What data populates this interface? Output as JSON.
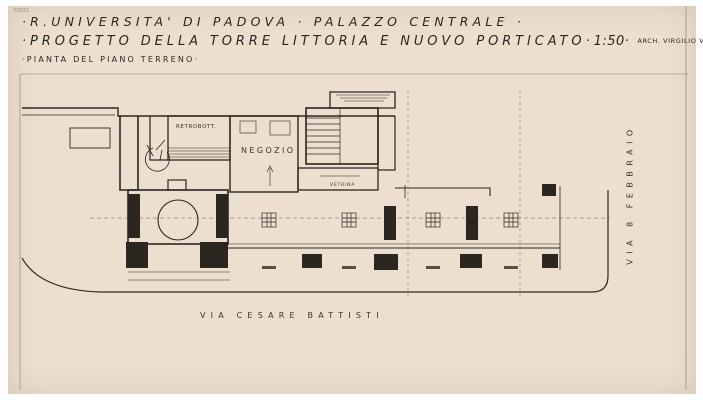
{
  "title_block": {
    "line1": "·R.UNIVERSITA' DI PADOVA · PALAZZO CENTRALE ·",
    "line2": "·PROGETTO DELLA TORRE LITTORIA E NUOVO PORTICATO·",
    "scale": "1:50·",
    "author": "ARCH. VIRGILIO VALLOT·",
    "line3": "·PIANTA DEL PIANO TERRENO·"
  },
  "room_labels": {
    "retrobottega": "RETROBOTT.",
    "negozio": "NEGOZIO",
    "vetrina": "VETRINA"
  },
  "street_labels": {
    "south": "VIA CESARE BATTISTI",
    "east": "VIA 8 FEBBRAIO"
  },
  "archive_mark": "F2021",
  "colors": {
    "paper": "#ecdfd0",
    "ink": "#2c2620",
    "ink_light": "#6a5e52",
    "hatch": "#5a4f45"
  }
}
